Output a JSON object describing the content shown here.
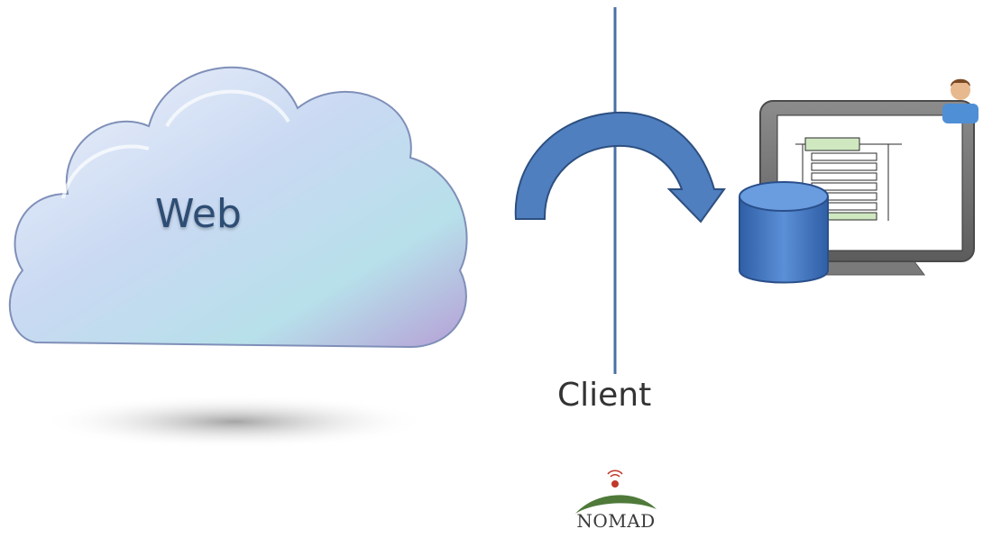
{
  "labels": {
    "cloud": "Web",
    "client": "Client",
    "logo": "NOMAD"
  },
  "icons": [
    "cloud-icon",
    "curved-arrow-icon",
    "database-icon",
    "monitor-icon",
    "user-icon",
    "nomad-logo-icon"
  ],
  "colors": {
    "divider": "#4a6fa5",
    "arrow": "#4f7fbf",
    "arrow_stroke": "#2d4f80",
    "cloud_text": "#2e4d74",
    "client_text": "#333333",
    "db_fill": "#3f74c0",
    "logo_green": "#4f7a3a",
    "logo_red": "#c0392b"
  }
}
